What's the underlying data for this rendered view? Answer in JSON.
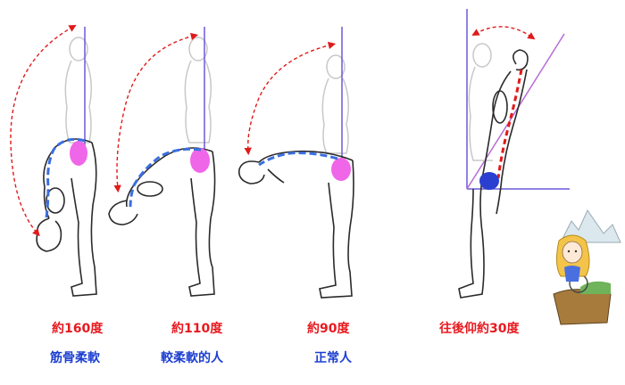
{
  "figures": [
    {
      "id": "flexible-160",
      "angle_label": "約160度",
      "desc_label": "筋骨柔軟"
    },
    {
      "id": "flexible-110",
      "angle_label": "約110度",
      "desc_label": "較柔軟的人"
    },
    {
      "id": "normal-90",
      "angle_label": "約90度",
      "desc_label": "正常人"
    },
    {
      "id": "backbend-30",
      "angle_label": "往後仰約30度",
      "desc_label": ""
    }
  ],
  "colors": {
    "angle_text": "#e8191f",
    "desc_text": "#1c3fd0",
    "arc": "#e01a1a",
    "spine": "#3a6fe0",
    "hip_highlight": "#f066e8",
    "vertical_line": "#6a5ad8",
    "diagonal_line": "#b86bd6",
    "outline": "#2a2a2a",
    "ghost": "#c8c8c8"
  },
  "icons": [
    "wheelchair-character-icon",
    "mountain-icon"
  ]
}
